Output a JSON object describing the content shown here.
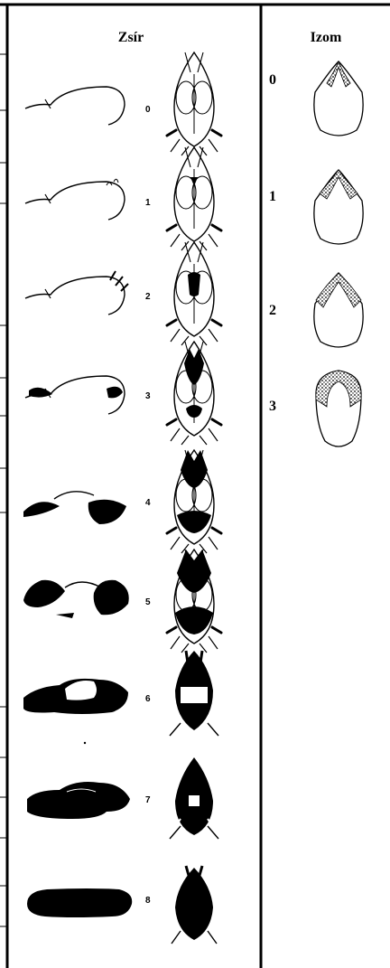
{
  "headers": {
    "fat": "Zsír",
    "muscle": "Izom"
  },
  "fat_scores": [
    "0",
    "1",
    "2",
    "3",
    "4",
    "5",
    "6",
    "7",
    "8"
  ],
  "muscle_scores": [
    "0",
    "1",
    "2",
    "3"
  ]
}
